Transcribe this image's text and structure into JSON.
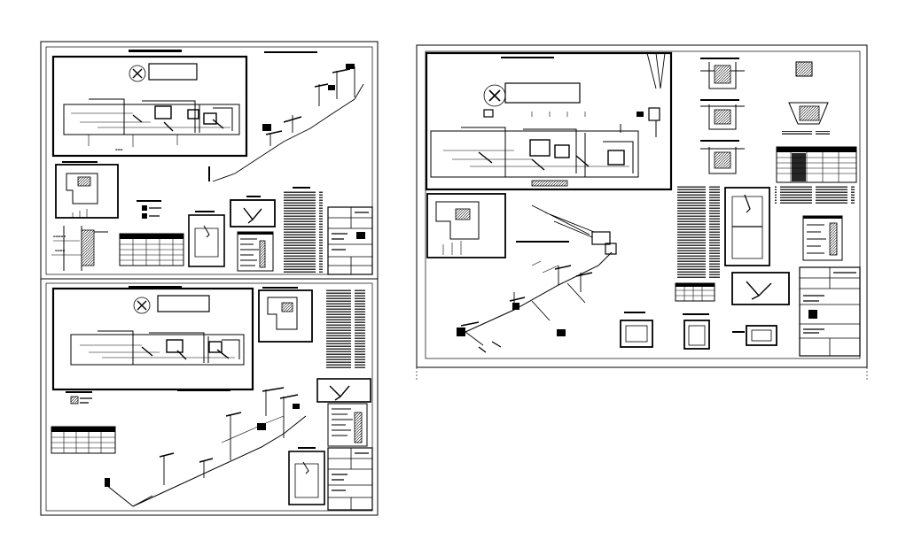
{
  "drawing_set": {
    "sheets": [
      {
        "id": "sheet-top-left"
      },
      {
        "id": "sheet-bottom-left"
      },
      {
        "id": "sheet-right"
      }
    ]
  },
  "colors": {
    "background": "#ffffff",
    "ink": "#000000"
  }
}
